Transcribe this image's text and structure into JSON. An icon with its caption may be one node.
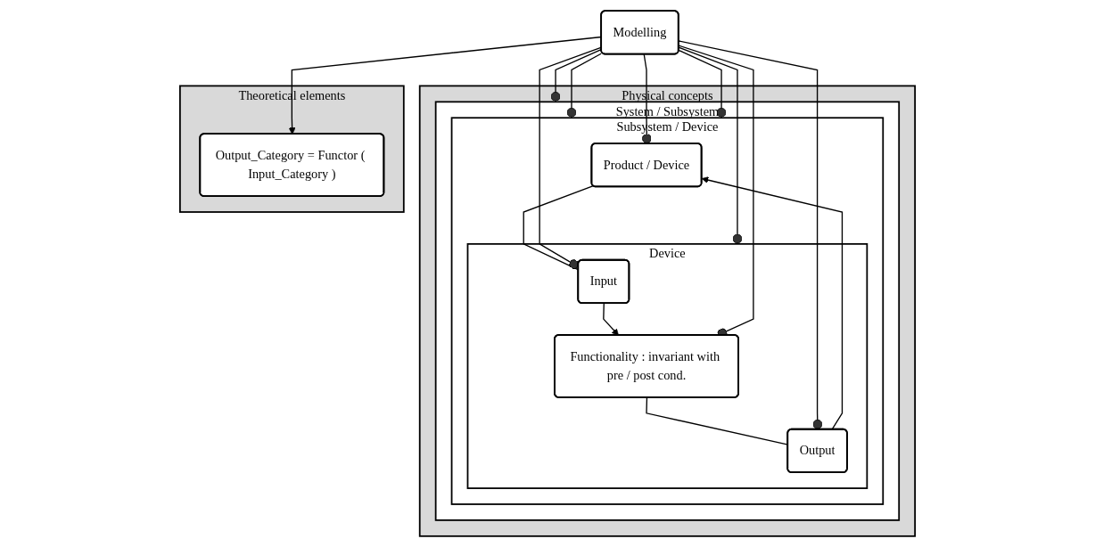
{
  "diagram": {
    "nodes": [
      {
        "text": [
          "Physical concepts"
        ]
      },
      {
        "text": [
          "System / Subsystem"
        ],
        "in": 0
      },
      {
        "text": [
          "Subsystem / Device"
        ],
        "in": 1
      },
      {
        "text": [
          "Product / Device"
        ],
        "in": 2
      },
      {
        "text": [
          "Device"
        ],
        "in": 2
      },
      {
        "text": [
          "Input"
        ],
        "in": 4
      },
      {
        "text": [
          "Output"
        ],
        "in": 4
      },
      {
        "text": [
          "Functionality : invariant with pre / post cond."
        ],
        "in": 4
      },
      {
        "text": [
          "Modelling"
        ]
      },
      {
        "text": [
          "Theoretical elements"
        ]
      },
      {
        "text": [
          "Output_Category = Functor ( Input_Category )"
        ],
        "in": 9
      }
    ],
    "edges": [
      {
        "from": 3,
        "to": 5,
        "arrow": "none"
      },
      {
        "from": 6,
        "to": 3,
        "arrow": "to"
      },
      {
        "from": 5,
        "to": 7,
        "arrow": "to"
      },
      {
        "from": 7,
        "to": 6,
        "arrow": "none"
      },
      {
        "from": 8,
        "to": 1,
        "arrow": "other"
      },
      {
        "from": 8,
        "to": 2,
        "arrow": "other"
      },
      {
        "from": 8,
        "to": 3,
        "arrow": "other"
      },
      {
        "from": 8,
        "to": 2,
        "arrow": "other"
      },
      {
        "from": 8,
        "to": 4,
        "arrow": "other"
      },
      {
        "from": 8,
        "to": 5,
        "arrow": "other"
      },
      {
        "from": 8,
        "to": 6,
        "arrow": "other"
      },
      {
        "from": 8,
        "to": 7,
        "arrow": "other"
      },
      {
        "from": 8,
        "to": 10,
        "arrow": "to"
      }
    ]
  }
}
